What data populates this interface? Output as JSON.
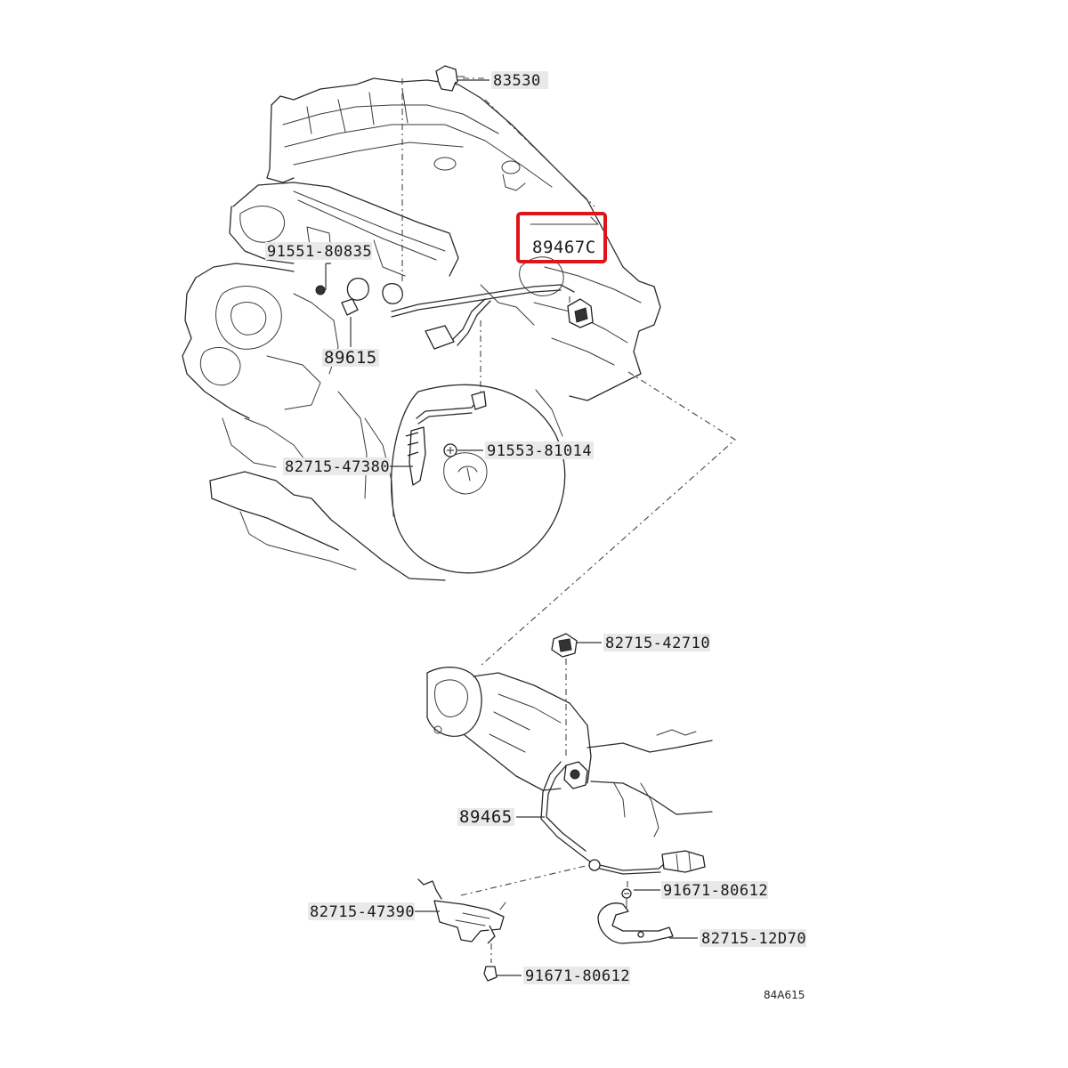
{
  "diagram_code": "84A615",
  "highlight_color": "#e0141b",
  "labels": {
    "p83530": "83530",
    "p89467c": "89467C",
    "p9155180835": "91551-80835",
    "p89615": "89615",
    "p9155381014": "91553-81014",
    "p8271547380": "82715-47380",
    "p8271542710": "82715-42710",
    "p89465": "89465",
    "p9167180612a": "91671-80612",
    "p8271547390": "82715-47390",
    "p8271512d70": "82715-12D70",
    "p9167180612b": "91671-80612"
  }
}
